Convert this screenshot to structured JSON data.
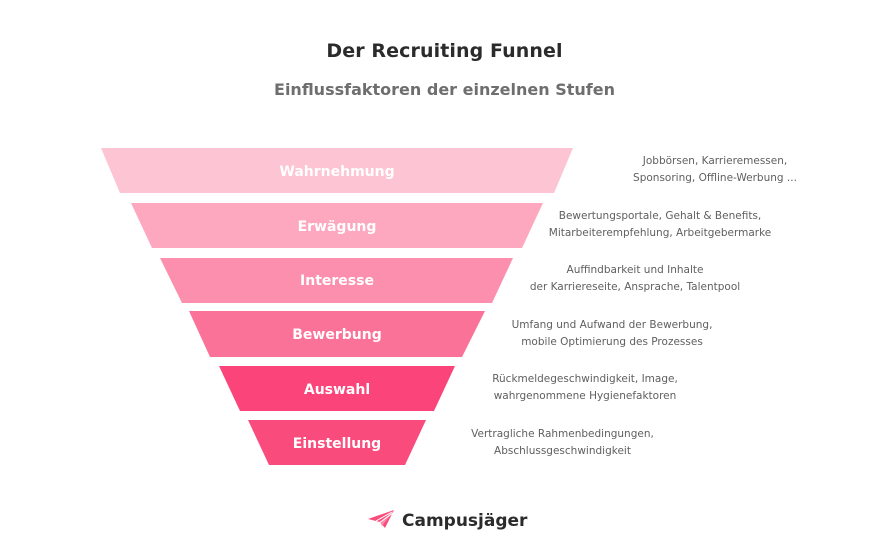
{
  "header": {
    "title": "Der Recruiting Funnel",
    "subtitle": "Einflussfaktoren der einzelnen Stufen"
  },
  "stages": [
    {
      "label": "Wahrnehmung",
      "color": "#fdc4d3",
      "description": [
        "Jobbörsen, Karrieremessen,",
        "Sponsoring, Offline-Werbung ..."
      ]
    },
    {
      "label": "Erwägung",
      "color": "#fda8bf",
      "description": [
        "Bewertungsportale, Gehalt & Benefits,",
        "Mitarbeiterempfehlung, Arbeitgebermarke"
      ]
    },
    {
      "label": "Interesse",
      "color": "#fc8fad",
      "description": [
        "Auffindbarkeit und Inhalte",
        "der Karriereseite, Ansprache, Talentpool"
      ]
    },
    {
      "label": "Bewerbung",
      "color": "#fb7299",
      "description": [
        "Umfang und Aufwand der Bewerbung,",
        "mobile Optimierung des Prozesses"
      ]
    },
    {
      "label": "Auswahl",
      "color": "#fb457a",
      "description": [
        "Rückmeldegeschwindigkeit, Image,",
        "wahrgenommene Hygienefaktoren"
      ]
    },
    {
      "label": "Einstellung",
      "color": "#f94b7c",
      "description": [
        "Vertragliche Rahmenbedingungen,",
        "Abschlussgeschwindigkeit"
      ]
    }
  ],
  "brand": {
    "name": "Campusjäger",
    "icon": "paper-plane-icon",
    "color": "#f94b7c"
  }
}
